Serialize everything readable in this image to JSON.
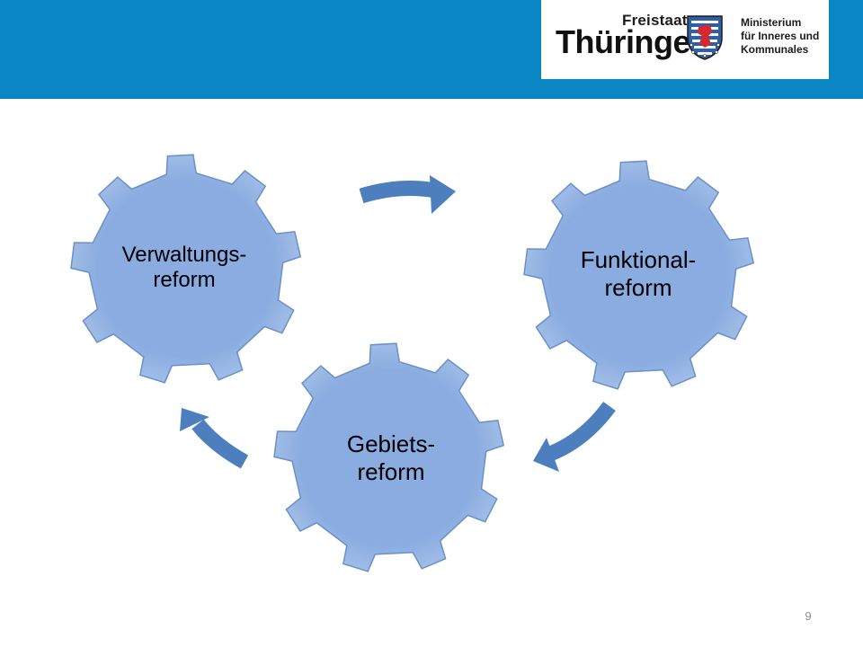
{
  "colors": {
    "header": "#0a86c4",
    "gear_fill": "#86a9dc",
    "gear_stroke": "#6a90c8",
    "arrow": "#4d7fbe"
  },
  "logo": {
    "line1": "Freistaat",
    "line2": "Thüringen",
    "ministry": [
      "Ministerium",
      "für Inneres und",
      "Kommunales"
    ],
    "crest_icon": "coat-of-arms-icon"
  },
  "diagram": {
    "nodes": [
      {
        "id": "verwaltung",
        "lines": [
          "Verwaltungs-",
          "reform"
        ]
      },
      {
        "id": "funktional",
        "lines": [
          "Funktional-",
          "reform"
        ]
      },
      {
        "id": "gebiet",
        "lines": [
          "Gebiets-",
          "reform"
        ]
      }
    ],
    "edges": [
      {
        "from": "verwaltung",
        "to": "funktional"
      },
      {
        "from": "funktional",
        "to": "gebiet"
      },
      {
        "from": "gebiet",
        "to": "verwaltung"
      }
    ]
  },
  "footer": {
    "page_number": "9"
  }
}
